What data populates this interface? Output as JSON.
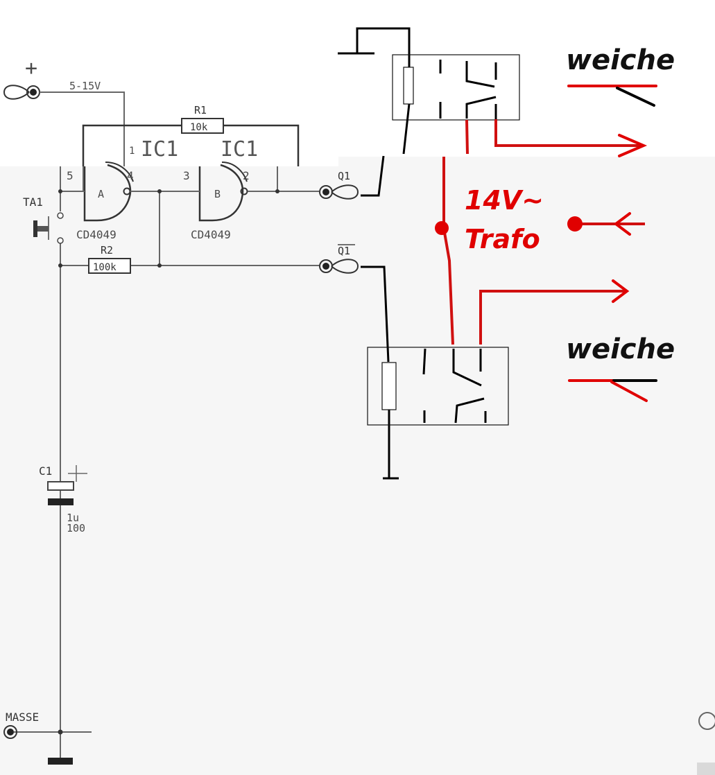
{
  "diagram": {
    "colors": {
      "schematic": "#555555",
      "ink": "#000000",
      "red": "#e10000",
      "wire_red": "#d01010",
      "bg_gray": "#f6f6f6",
      "bg_white": "#ffffff"
    },
    "power": {
      "plus_symbol": "+",
      "voltage": "5-15V"
    },
    "resistors": [
      {
        "name": "R1",
        "value": "10k"
      },
      {
        "name": "R2",
        "value": "100k"
      }
    ],
    "ic": {
      "label_a": "IC1",
      "label_b": "IC1",
      "pin1": "1",
      "gate_a": {
        "letter": "A",
        "part": "CD4049",
        "pin_in": "5",
        "pin_out": "4"
      },
      "gate_b": {
        "letter": "B",
        "part": "CD4049",
        "pin_in": "3",
        "pin_out": "2"
      }
    },
    "switch": {
      "name": "TA1"
    },
    "outputs": {
      "q": "Q1",
      "q_bar": "Q1"
    },
    "capacitor": {
      "name": "C1",
      "plus_symbol": "+",
      "value": "1u",
      "voltage": "100"
    },
    "ground": {
      "label": "MASSE"
    },
    "relays": [
      {
        "id": "relay-top",
        "turnout_label": "weiche"
      },
      {
        "id": "relay-bottom",
        "turnout_label": "weiche"
      }
    ],
    "supply": {
      "line1": "14V~",
      "line2": "Trafo"
    }
  }
}
